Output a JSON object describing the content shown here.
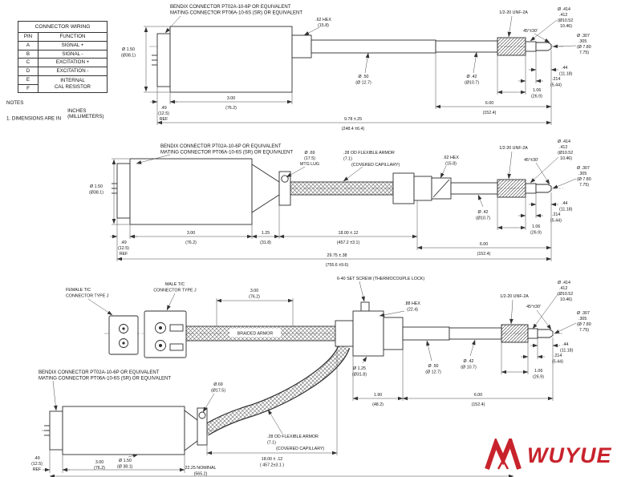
{
  "table": {
    "title": "CONNECTOR WIRING",
    "col_pin": "PIN",
    "col_function": "FUNCTION",
    "rows": [
      {
        "pin": "A",
        "fn": "SIGNAL +"
      },
      {
        "pin": "B",
        "fn": "SIGNAL -"
      },
      {
        "pin": "C",
        "fn": "EXCITATION +"
      },
      {
        "pin": "D",
        "fn": "EXCITATION -"
      }
    ],
    "pin_e": "E",
    "pin_f": "F",
    "fn_ef_1": "INTERNAL",
    "fn_ef_2": "CAL RESISTOR"
  },
  "notes": {
    "heading": "NOTES",
    "line1": "1. DIMENSIONS ARE IN",
    "inches": "INCHES",
    "millimeters": "(MILLIMETERS)"
  },
  "shared": {
    "bendix_line1": "BENDIX CONNECTOR PT02A-10-6P OR EQUIVALENT",
    "bendix_line2": "MATING CONNECTOR PT06A-10-6S (SR) OR EQUIVALENT",
    "thread_spec": "1/2-20 UNF-2A",
    "chamfer": "45°±30'",
    "dia414": "Ø .414",
    "dia412": ".412",
    "dia414_mm1": "(Ø10.52",
    "dia414_mm2": "10.46)",
    "dia307": "Ø .307",
    "dia305": ".305",
    "dia307_mm1": "(Ø 7.80",
    "dia307_mm2": "7.75)",
    "len44": ".44",
    "len44_mm": "(11.18)",
    "len214": ".214",
    "len214_mm": "(5.44)",
    "len106": "1.06",
    "len106_mm": "(26.9)",
    "len600": "6.00",
    "len600_mm": "(152.4)",
    "dia150": "Ø 1.50",
    "dia150_mm": "(Ø38.1)",
    "len049": ".49",
    "len049_mm": "(12.5)",
    "ref": "REF",
    "len300": "3.00",
    "len300_mm": "(76.2)",
    "hex62": ".62 HEX",
    "hex62_mm": "(15.8)",
    "dia50": "Ø .50",
    "dia50_mm": "(Ø 12.7)",
    "dia42": "Ø .42",
    "dia42_mm": "(Ø10.7)",
    "armor_line1": ".28  OD FLEXIBLE ARMOR",
    "armor_line2": "(7.1)",
    "armor_line3": "(COVERED CAPILLARY)"
  },
  "d1": {
    "overall": "9.78 ±.25",
    "overall_mm": "(248.4 ±6.4)"
  },
  "d2": {
    "mtg1": "Ø .69",
    "mtg2": "(17.5)",
    "mtg3": "MTG LUG",
    "len125": "1.25",
    "len125_mm": "(31.8)",
    "len18": "18.00 ±.12",
    "len18_mm": "(457.2 ±3.1)",
    "overall": "29.75 ±.38",
    "overall_mm": "(755.6 ±9.6)"
  },
  "d3": {
    "female1": "FEMALE T/C",
    "female2": "CONNECTOR TYPE J",
    "male1": "MALE T/C",
    "male2": "CONNECTOR TYPE J",
    "setscrew": "6-40 SET SCREW (THERMOCOUPLE LOCK)",
    "braided": "BRAIDED ARMOR",
    "hex88": ".88 HEX",
    "hex88_mm": "(22.4)",
    "dia125": "Ø 1.25",
    "dia125_mm": "(Ø31.8)",
    "dia42_mm": "(Ø 10.7)",
    "len190": "1.90",
    "len190_mm": "(48.2)",
    "mtg1": "Ø.69",
    "mtg2": "(Ø17.5)",
    "len18": "18.00 ± .12",
    "len18_mm": "( 457.2±3.1 )",
    "dia150_mm": "(Ø 38.1)",
    "nominal": "22.25  NOMINAL",
    "nominal_mm": "(565.2)"
  },
  "logo": {
    "text": "WUYUE",
    "color": "#c8232c"
  }
}
